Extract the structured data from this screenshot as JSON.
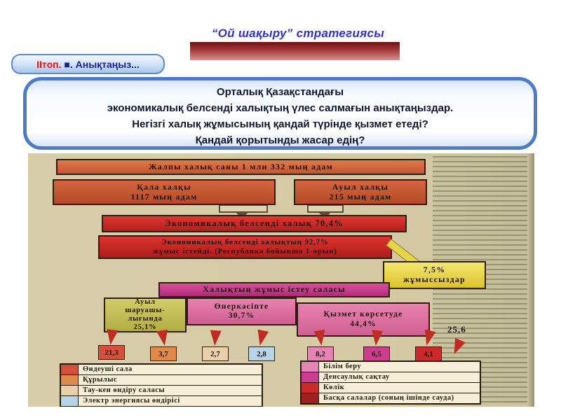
{
  "slide": {
    "title": "“Ой шақыру” стратегиясы",
    "task_button": {
      "group": "IIтоп.",
      "rest": " ■. Анықтаңыз..."
    },
    "question_lines": [
      "Орталық Қазақстандағы",
      "экономикалық белсенді халықтың үлес салмағын анықтаңыздар.",
      "Негізгі халық жұмысының қандай түрінде қызмет етеді?",
      "Қандай қорытынды жасар едің?"
    ]
  },
  "diagram": {
    "total_population": "Жалпы халық саны 1 млн 332 мың адам",
    "urban": [
      "Қала халқы",
      "1117 мың адам"
    ],
    "rural": [
      "Ауыл халқы",
      "215 мың адам"
    ],
    "economically_active": "Экономикалық белсенді халық 70,4%",
    "employed": [
      "Экономикалық белсенді халықтың 92,7%",
      "жұмыс істейді. (Республика бойынша 1-орын)"
    ],
    "unemployed": [
      "7,5%",
      "жұмыссыздар"
    ],
    "sectors_title": "Халықтың жұмыс істеу саласы",
    "agriculture": [
      "Ауыл",
      "шаруашы-",
      "лығында",
      "25,1%"
    ],
    "industry": [
      "Өнеркәсіпте",
      "30,7%"
    ],
    "services": [
      "Қызмет көрсетуде",
      "44,4%"
    ],
    "side_value": "25,6",
    "chips": [
      {
        "value": "21,3",
        "color": "#d4503a"
      },
      {
        "value": "3,7",
        "color": "#e08a4a"
      },
      {
        "value": "2,7",
        "color": "#ead0a8"
      },
      {
        "value": "2,8",
        "color": "#b8d4e8"
      },
      {
        "value": "8,2",
        "color": "#e584b4"
      },
      {
        "value": "6,5",
        "color": "#cc3d8f"
      },
      {
        "value": "4,1",
        "color": "#cc2a2a"
      }
    ],
    "legend_left": [
      {
        "label": "Өндеуші сала",
        "color": "#d4503a"
      },
      {
        "label": "Құрылыс",
        "color": "#e08a4a"
      },
      {
        "label": "Тау-кен өндіру саласы",
        "color": "#ead0a8"
      },
      {
        "label": "Электр энергиясы өндірісі",
        "color": "#b8d4e8"
      }
    ],
    "legend_right": [
      {
        "label": "Білім беру",
        "color": "#e584b4"
      },
      {
        "label": "Денсаулық сақтау",
        "color": "#cc3d8f"
      },
      {
        "label": "Көлік",
        "color": "#cc2a2a"
      },
      {
        "label": "Басқа салалар (соның ішінде сауда)",
        "color": "#a02020"
      }
    ],
    "accent_colors": {
      "arrow_red": "#bf2c22",
      "paper_beige": "#d5caa4",
      "callout_yellow": "#f4e870"
    }
  }
}
